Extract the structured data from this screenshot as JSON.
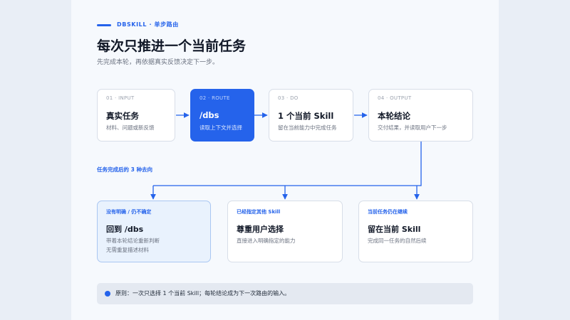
{
  "header": {
    "brand": "DBSKILL · 单步路由",
    "title": "每次只推进一个当前任务",
    "subtitle": "先完成本轮，再依据真实反馈决定下一步。"
  },
  "flow": [
    {
      "step": "01 · INPUT",
      "name": "真实任务",
      "desc": "材料、问题或新反馈"
    },
    {
      "step": "02 · ROUTE",
      "name": "/dbs",
      "desc": "读取上下文并选择"
    },
    {
      "step": "03 · DO",
      "name": "1 个当前 Skill",
      "desc": "留在当前能力中完成任务"
    },
    {
      "step": "04 · OUTPUT",
      "name": "本轮结论",
      "desc": "交付结果，并读取用户下一步"
    }
  ],
  "branch_label": "任务完成后的 3 种去向",
  "outcomes": [
    {
      "tag": "没有明确 / 仍不确定",
      "name": "回到 /dbs",
      "desc1": "带着本轮结论重新判断",
      "desc2": "无需重复描述材料"
    },
    {
      "tag": "已经指定其他 Skill",
      "name": "尊重用户选择",
      "desc1": "直接进入明确指定的能力",
      "desc2": ""
    },
    {
      "tag": "当前任务仍在继续",
      "name": "留在当前 Skill",
      "desc1": "完成同一任务的自然后续",
      "desc2": ""
    }
  ],
  "note": "原则：一次只选择 1 个当前 Skill；每轮结论成为下一次路由的输入。",
  "colors": {
    "accent": "#2563eb",
    "highlight_card": "#e9f2fd",
    "note_bg": "#e4e9f1"
  }
}
